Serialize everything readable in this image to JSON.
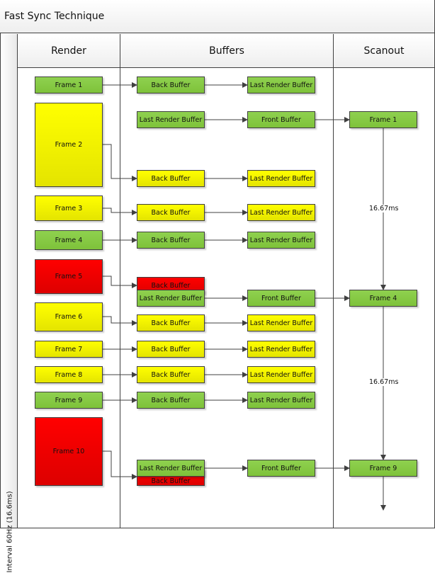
{
  "title": "Fast Sync Technique",
  "lanes": {
    "render": "Render",
    "buffers": "Buffers",
    "scanout": "Scanout"
  },
  "interval_label": "Interval 60Hz (16.6ms)",
  "colors": {
    "green": "#8cc63f",
    "yellow": "#ffff00",
    "red": "#ff0000"
  },
  "render": [
    "Frame 1",
    "Frame 2",
    "Frame 3",
    "Frame 4",
    "Frame 5",
    "Frame 6",
    "Frame 7",
    "Frame 8",
    "Frame 9",
    "Frame 10"
  ],
  "buffers": {
    "back": "Back Buffer",
    "last": "Last Render Buffer",
    "front": "Front Buffer"
  },
  "scanout": [
    "Frame 1",
    "Frame 4",
    "Frame 9"
  ],
  "intervals": [
    "16.67ms",
    "16.67ms"
  ]
}
